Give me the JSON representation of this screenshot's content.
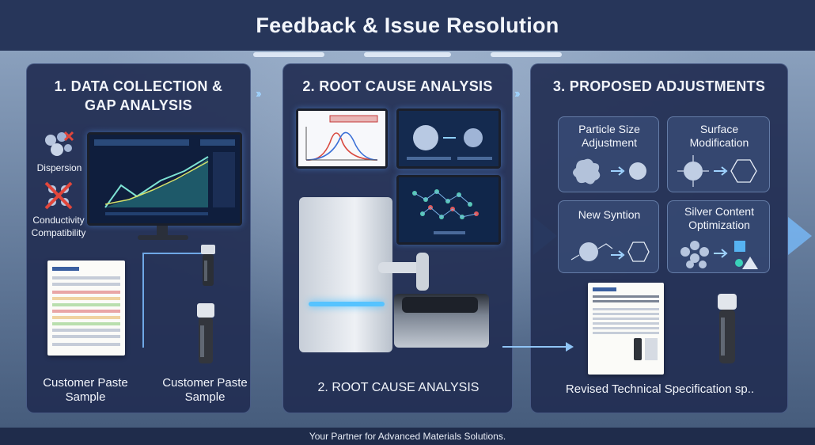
{
  "header": {
    "title": "Feedback & Issue Resolution"
  },
  "panel1": {
    "title_line1": "1. DATA COLLECTION &",
    "title_line2": "GAP ANALYSIS",
    "icons": {
      "dispersion": "Dispersion",
      "conductivity_line1": "Conductivity",
      "conductivity_line2": "Compatibility"
    },
    "sample_left_line1": "Customer Paste",
    "sample_left_line2": "Sample",
    "sample_right_line1": "Customer Paste",
    "sample_right_line2": "Sample"
  },
  "panel2": {
    "title": "2. ROOT CAUSE ANALYSIS",
    "bottom_label": "2. ROOT CAUSE ANALYSIS"
  },
  "panel3": {
    "title": "3. PROPOSED ADJUSTMENTS",
    "cards": [
      {
        "line1": "Particle Size",
        "line2": "Adjustment"
      },
      {
        "line1": "Surface",
        "line2": "Modification"
      },
      {
        "line1": "New Syntion",
        "line2": ""
      },
      {
        "line1": "Silver Content",
        "line2": "Optimization"
      }
    ],
    "spec_label": "Revised Technical Specification sp.."
  },
  "footer": {
    "tagline": "Your Partner for Advanced Materials Solutions."
  },
  "colors": {
    "panel": "#222e52",
    "accent": "#78beff",
    "header": "#27365a"
  },
  "icon_names": [
    "particle-cluster-icon",
    "cross-icon",
    "vial-icon",
    "molecule-icon",
    "arrow-icon"
  ]
}
